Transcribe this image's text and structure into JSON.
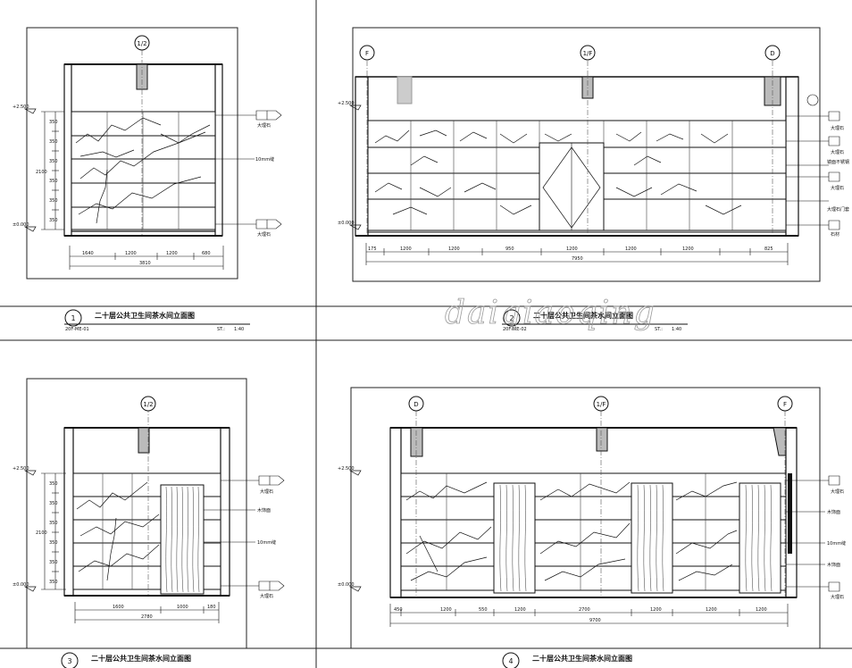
{
  "watermark": "daiqiaoqing",
  "panels": [
    {
      "id": "1",
      "title": "二十层公共卫生间茶水间立面图",
      "code": "20F-ME-01",
      "scale_label": "ST.:",
      "scale_value": "1:40",
      "axes": [
        "1/2"
      ],
      "callouts": [
        "大理石",
        "10mm缝",
        "大理石"
      ],
      "dims_bottom": [
        "1640",
        "1200",
        "1200",
        "680"
      ],
      "dim_total": "3810",
      "dims_left": [
        "350",
        "350",
        "350",
        "350",
        "350",
        "350"
      ],
      "dim_left_total": "2100",
      "levels": [
        "±0.000",
        "+2.500"
      ]
    },
    {
      "id": "2",
      "title": "二十层公共卫生间茶水间立面图",
      "code": "20F-ME-02",
      "scale_label": "ST.:",
      "scale_value": "1:40",
      "axes": [
        "F",
        "1/F",
        "D"
      ],
      "callouts": [
        "大理石",
        "大理石",
        "镜面不锈钢",
        "大理石",
        "大理石门套",
        "石材"
      ],
      "dims_bottom": [
        "175",
        "1200",
        "1200",
        "950",
        "1200",
        "1200",
        "1200",
        "825"
      ],
      "dim_total": "7950",
      "levels": [
        "±0.000",
        "+2.500"
      ]
    },
    {
      "id": "3",
      "title": "二十层公共卫生间茶水间立面图",
      "axes": [
        "1/2"
      ],
      "callouts": [
        "大理石",
        "木饰面",
        "10mm缝",
        "大理石"
      ],
      "dims_bottom": [
        "1600",
        "1000",
        "180"
      ],
      "dim_total": "2780",
      "dims_left": [
        "350",
        "350",
        "350",
        "350",
        "350",
        "350"
      ],
      "dim_left_total": "2100",
      "levels": [
        "±0.000",
        "+2.500"
      ]
    },
    {
      "id": "4",
      "title": "二十层公共卫生间茶水间立面图",
      "axes": [
        "D",
        "1/F",
        "F"
      ],
      "callouts": [
        "大理石",
        "木饰面",
        "10mm缝",
        "木饰面",
        "大理石"
      ],
      "dims_bottom": [
        "450",
        "1200",
        "550",
        "1200",
        "2700",
        "1200",
        "1200",
        "1200"
      ],
      "dim_total": "9700",
      "levels": [
        "±0.000",
        "+2.500"
      ]
    }
  ]
}
